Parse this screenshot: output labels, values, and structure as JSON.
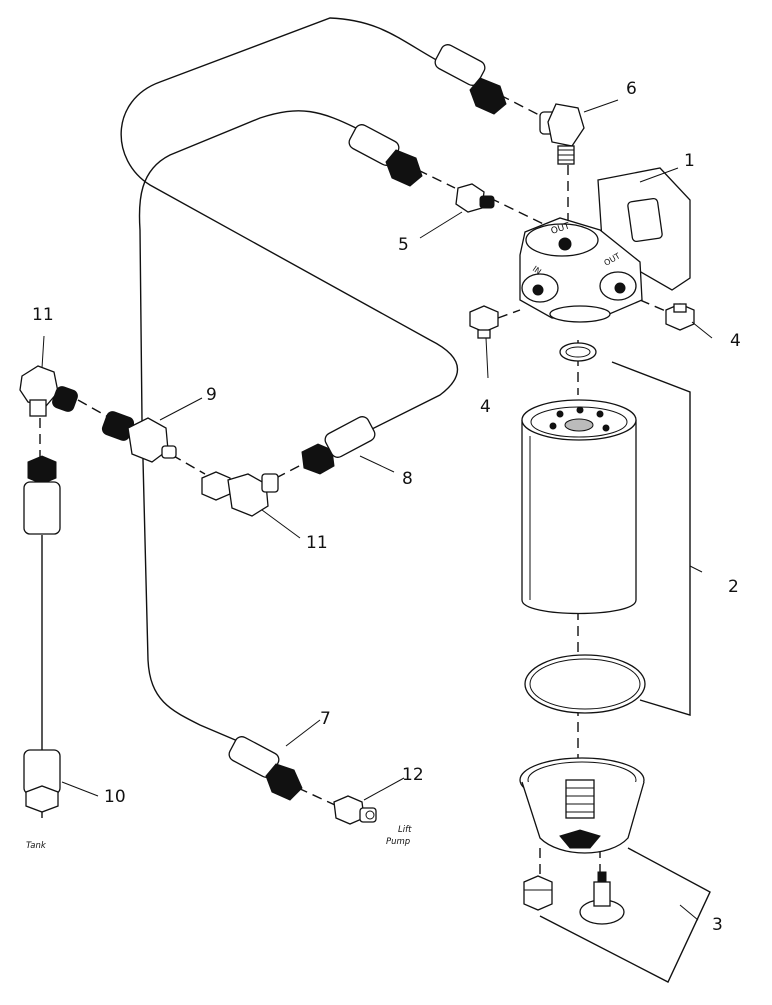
{
  "callouts": {
    "c1": "1",
    "c2": "2",
    "c3": "3",
    "c4a": "4",
    "c4b": "4",
    "c5": "5",
    "c6": "6",
    "c7": "7",
    "c8": "8",
    "c9": "9",
    "c10": "10",
    "c11a": "11",
    "c11b": "11",
    "c12": "12"
  },
  "labels": {
    "tank": "Tank",
    "lift_pump_line1": "Lift",
    "lift_pump_line2": "Pump"
  },
  "head_markings": {
    "out_top": "OUT",
    "in_left": "IN",
    "out_right": "OUT"
  }
}
